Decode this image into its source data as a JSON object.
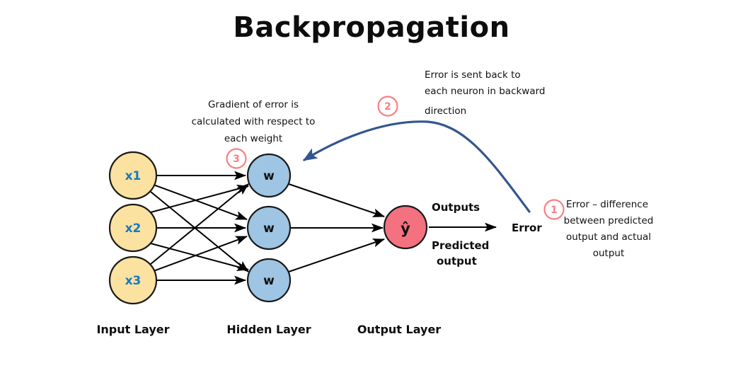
{
  "title": "Backpropagation",
  "colors": {
    "input_node_fill": "#fbe2a0",
    "hidden_node_fill": "#9ec5e3",
    "output_node_fill": "#f4717f",
    "node_stroke": "#1a1a1a",
    "input_label": "#1479c4",
    "badge": "#fa7f82",
    "back_arrow": "#33568f",
    "edge": "#000000",
    "background": "#ffffff"
  },
  "layers": {
    "input": {
      "caption": "Input Layer",
      "nodes": [
        {
          "label": "x1"
        },
        {
          "label": "x2"
        },
        {
          "label": "x3"
        }
      ]
    },
    "hidden": {
      "caption": "Hidden Layer",
      "nodes": [
        {
          "label": "w"
        },
        {
          "label": "w"
        },
        {
          "label": "w"
        }
      ]
    },
    "output": {
      "caption": "Output Layer",
      "nodes": [
        {
          "label": "ŷ"
        }
      ]
    }
  },
  "flow": {
    "outputs_label": "Outputs",
    "predicted_label_line1": "Predicted",
    "predicted_label_line2": "output",
    "error_label": "Error"
  },
  "annotations": [
    {
      "badge": "1",
      "lines": [
        "Error – difference",
        "between predicted",
        "output and actual",
        "output"
      ]
    },
    {
      "badge": "2",
      "lines": [
        "Error is sent back to",
        "each neuron in backward",
        "direction"
      ]
    },
    {
      "badge": "3",
      "lines": [
        "Gradient of error is",
        "calculated with respect to",
        "each weight"
      ]
    }
  ]
}
